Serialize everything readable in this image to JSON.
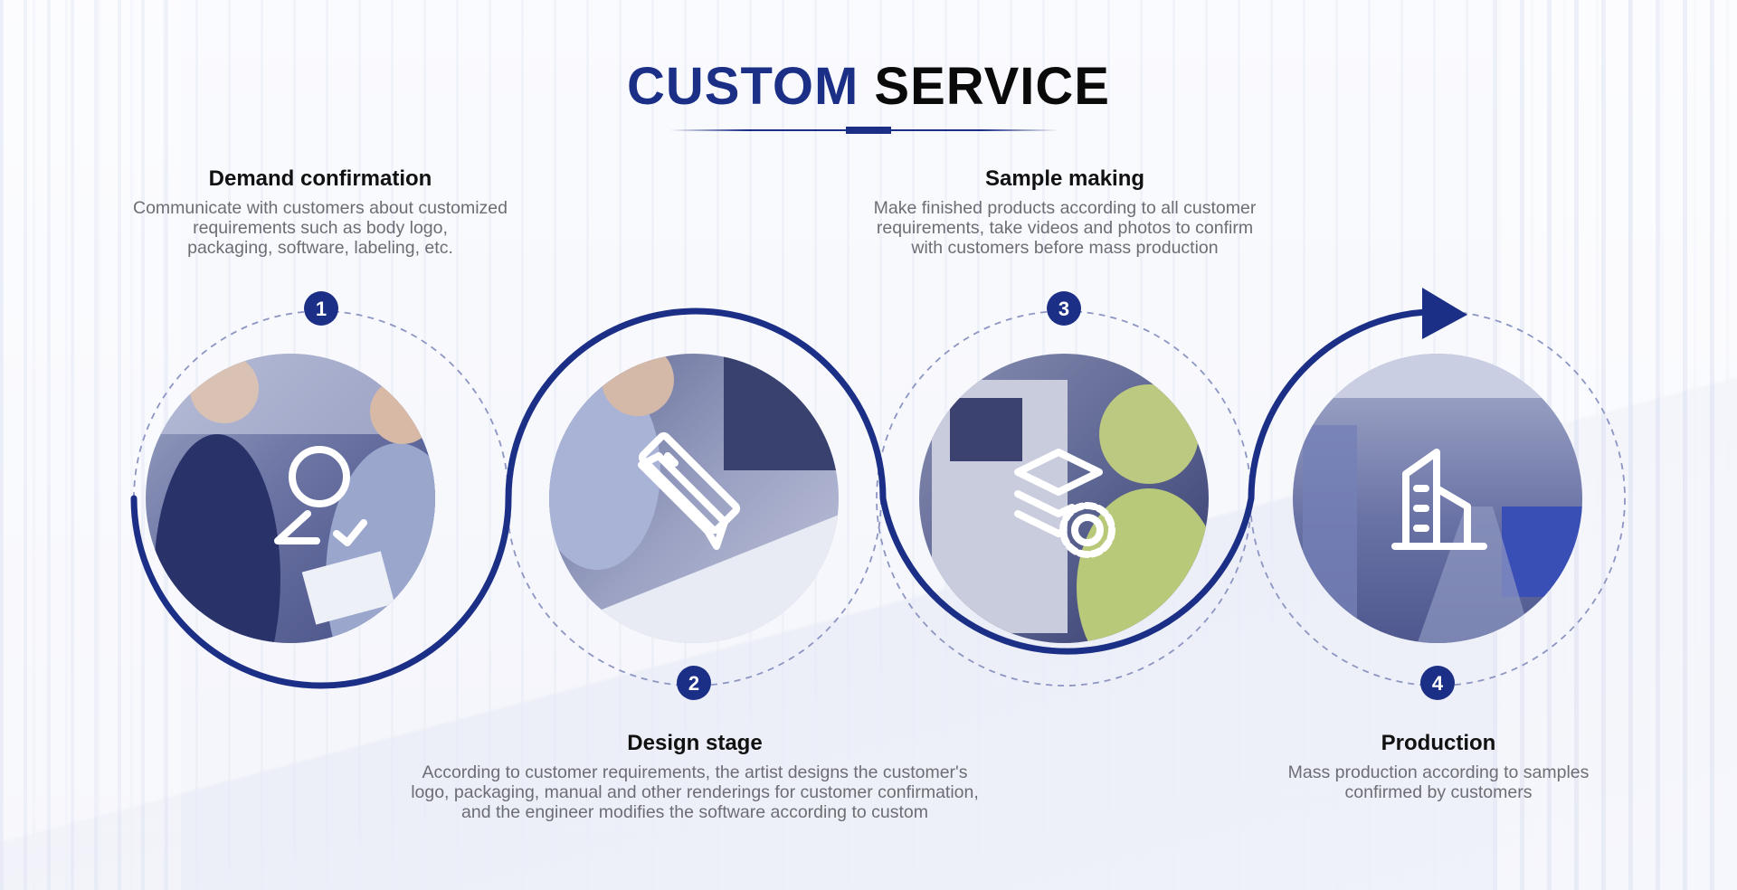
{
  "header": {
    "title_part1": "CUSTOM",
    "title_part2": "SERVICE"
  },
  "accent_color": "#1b2f86",
  "steps": [
    {
      "number": "1",
      "title": "Demand confirmation",
      "desc_lines": [
        "Communicate with customers about customized",
        "requirements such as body logo,",
        "packaging, software, labeling, etc."
      ],
      "icon": "user-check-icon",
      "photo": "business-meeting-photo"
    },
    {
      "number": "2",
      "title": "Design stage",
      "desc_lines": [
        "According to customer requirements, the artist designs the customer's",
        "logo, packaging, manual and other renderings for customer confirmation,",
        "and the engineer modifies the software according to custom"
      ],
      "icon": "design-tools-icon",
      "photo": "designer-drawing-photo"
    },
    {
      "number": "3",
      "title": "Sample making",
      "desc_lines": [
        "Make finished products according to all customer",
        "requirements, take videos and photos to confirm",
        "with customers before mass production"
      ],
      "icon": "layers-gear-icon",
      "photo": "sample-workshop-photo"
    },
    {
      "number": "4",
      "title": "Production",
      "desc_lines": [
        "Mass production according to samples",
        "confirmed by customers"
      ],
      "icon": "factory-building-icon",
      "photo": "factory-floor-photo"
    }
  ]
}
